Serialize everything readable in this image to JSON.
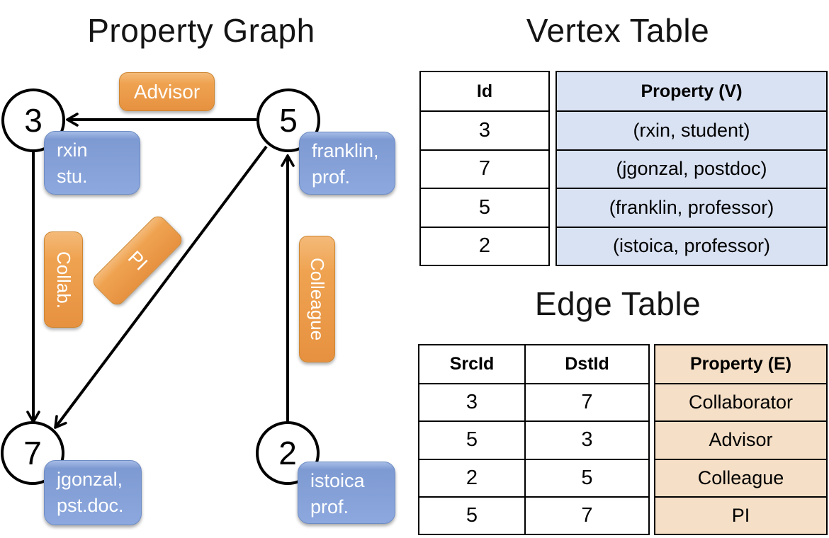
{
  "graph": {
    "title": "Property Graph",
    "nodes": [
      {
        "id": "3",
        "property_lines": [
          "rxin",
          "stu."
        ]
      },
      {
        "id": "5",
        "property_lines": [
          "franklin,",
          "prof."
        ]
      },
      {
        "id": "7",
        "property_lines": [
          "jgonzal,",
          "pst.doc."
        ]
      },
      {
        "id": "2",
        "property_lines": [
          "istoica",
          "prof."
        ]
      }
    ],
    "edges": [
      {
        "src": "5",
        "dst": "3",
        "label": "Advisor"
      },
      {
        "src": "3",
        "dst": "7",
        "label": "Collab."
      },
      {
        "src": "5",
        "dst": "7",
        "label": "PI"
      },
      {
        "src": "2",
        "dst": "5",
        "label": "Colleague"
      }
    ]
  },
  "vertex_table": {
    "title": "Vertex Table",
    "columns": {
      "id": "Id",
      "property": "Property (V)"
    },
    "rows": [
      {
        "id": "3",
        "property": "(rxin, student)"
      },
      {
        "id": "7",
        "property": "(jgonzal, postdoc)"
      },
      {
        "id": "5",
        "property": "(franklin, professor)"
      },
      {
        "id": "2",
        "property": "(istoica, professor)"
      }
    ]
  },
  "edge_table": {
    "title": "Edge Table",
    "columns": {
      "src": "SrcId",
      "dst": "DstId",
      "property": "Property (E)"
    },
    "rows": [
      {
        "src": "3",
        "dst": "7",
        "property": "Collaborator"
      },
      {
        "src": "5",
        "dst": "3",
        "property": "Advisor"
      },
      {
        "src": "2",
        "dst": "5",
        "property": "Colleague"
      },
      {
        "src": "5",
        "dst": "7",
        "property": "PI"
      }
    ]
  },
  "colors": {
    "edge_label_orange": "#EFA351",
    "vertex_property_blue": "#7E9AD2",
    "vertex_table_fill": "#D9E2F3",
    "edge_table_fill": "#F5DFC6",
    "line_black": "#000000"
  }
}
